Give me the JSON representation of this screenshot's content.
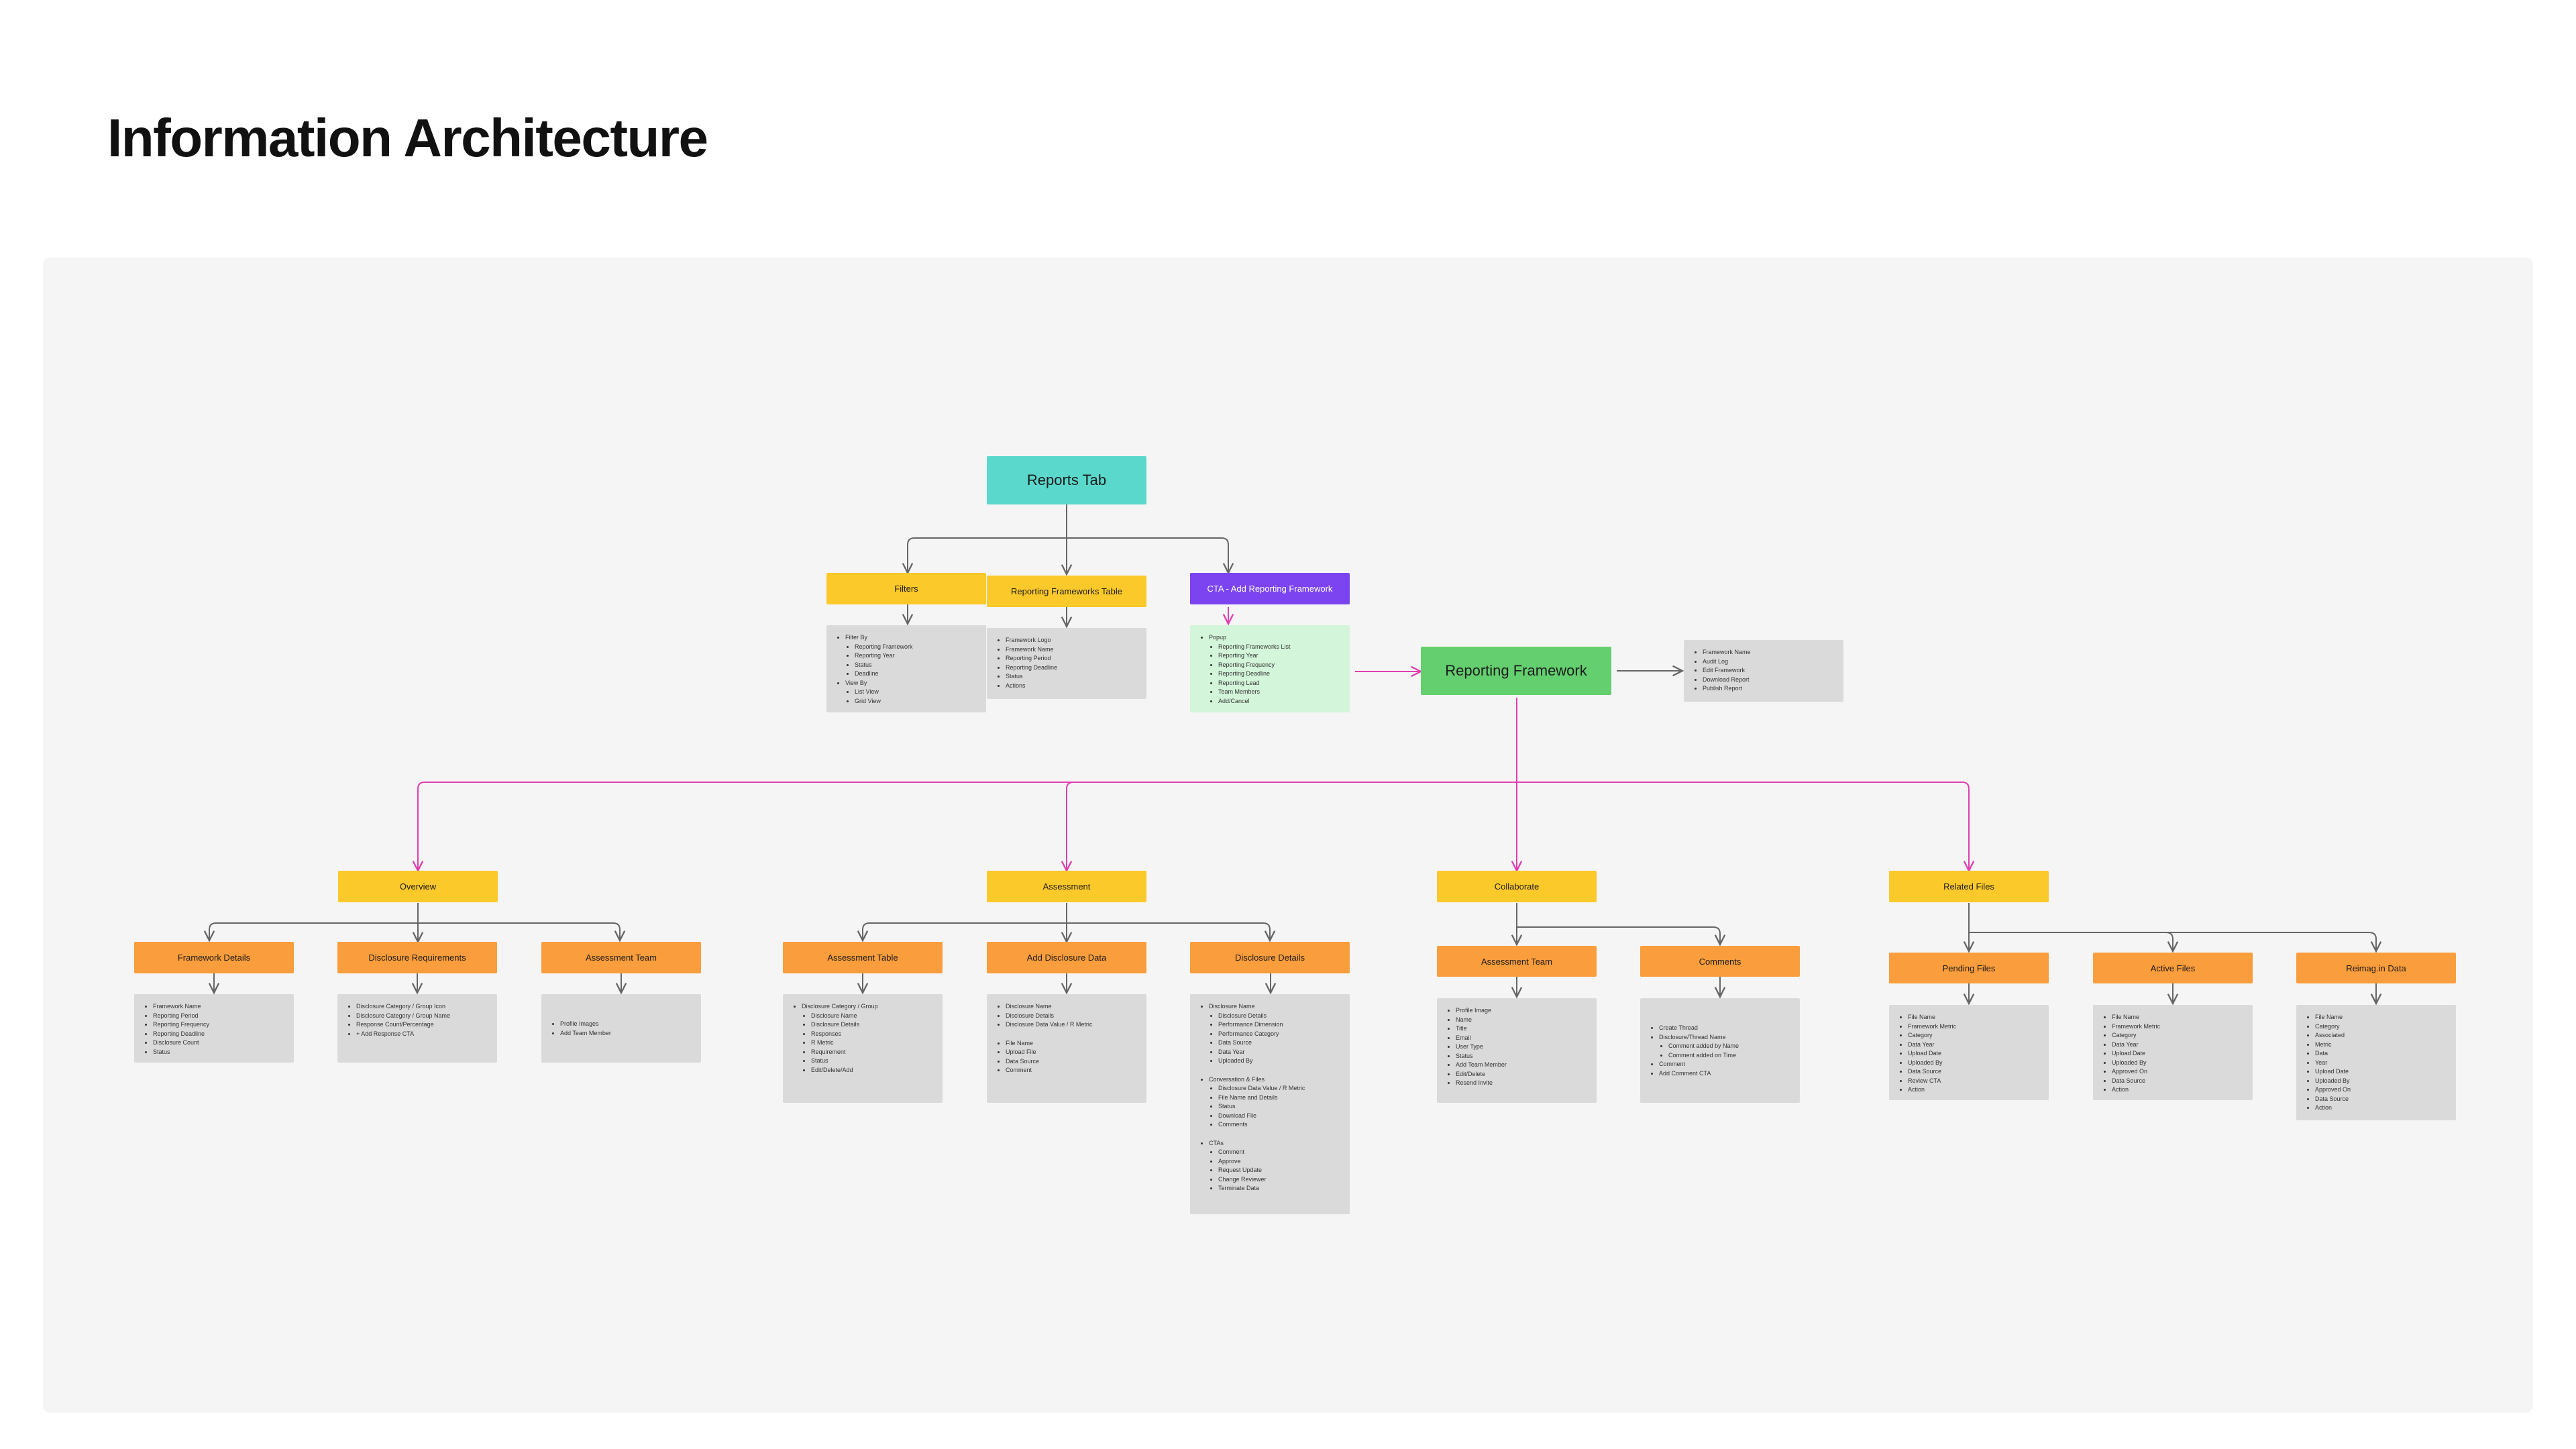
{
  "page": {
    "title": "Information Architecture"
  },
  "nodes": {
    "reports_tab": "Reports Tab",
    "filters": "Filters",
    "reporting_frameworks_table": "Reporting Frameworks Table",
    "cta_add": "CTA - Add Reporting Framework",
    "reporting_framework": "Reporting Framework",
    "overview": "Overview",
    "assessment": "Assessment",
    "collaborate": "Collaborate",
    "related_files": "Related Files",
    "framework_details": "Framework Details",
    "disclosure_requirements": "Disclosure Requirements",
    "assessment_team": "Assessment Team",
    "assessment_table": "Assessment Table",
    "add_disclosure_data": "Add Disclosure Data",
    "disclosure_details": "Disclosure Details",
    "collab_assessment_team": "Assessment Team",
    "comments": "Comments",
    "pending_files": "Pending Files",
    "active_files": "Active Files",
    "reimagin_data": "Reimag.in Data"
  },
  "colors": {
    "teal": "#5ad8cb",
    "yellow": "#fcc92b",
    "orange": "#fa9d3c",
    "purple": "#7b44f0",
    "green": "#64cf6f",
    "mint": "#d3f5da",
    "card_grey": "#dadada",
    "link_grey": "#666666",
    "link_pink": "#e03fb0"
  },
  "cards": {
    "filters": [
      {
        "t": "Filter By",
        "c": [
          "Reporting Framework",
          "Reporting Year",
          "Status",
          "Deadline"
        ]
      },
      {
        "t": "View By",
        "c": [
          "List View",
          "Grid View"
        ]
      }
    ],
    "table": [
      {
        "t": "Framework Logo"
      },
      {
        "t": "Framework Name"
      },
      {
        "t": "Reporting Period"
      },
      {
        "t": "Reporting Deadline"
      },
      {
        "t": "Status"
      },
      {
        "t": "Actions"
      }
    ],
    "cta": [
      {
        "t": "Popup",
        "c": [
          "Reporting Frameworks List",
          "Reporting Year",
          "Reporting Frequency",
          "Reporting Deadline",
          "Reporting Lead",
          "Team Members",
          "Add/Cancel"
        ]
      }
    ],
    "rf": [
      {
        "t": "Framework Name"
      },
      {
        "t": "Audit Log"
      },
      {
        "t": "Edit Framework"
      },
      {
        "t": "Download Report"
      },
      {
        "t": "Publish Report"
      }
    ],
    "framework_details": [
      {
        "t": "Framework Name"
      },
      {
        "t": "Reporting Period"
      },
      {
        "t": "Reporting Frequency"
      },
      {
        "t": "Reporting Deadline"
      },
      {
        "t": "Disclosure Count"
      },
      {
        "t": "Status"
      }
    ],
    "disclosure_requirements": [
      {
        "t": "Disclosure Category / Group Icon"
      },
      {
        "t": "Disclosure Category / Group Name"
      },
      {
        "t": "Response Count/Percentage"
      },
      {
        "t": "+ Add Response CTA"
      }
    ],
    "assessment_team": [
      {
        "t": "Profile Images"
      },
      {
        "t": "Add Team Member"
      }
    ],
    "assessment_table": [
      {
        "t": "Disclosure Category / Group",
        "c": [
          "Disclosure Name",
          "Disclosure Details",
          "Responses",
          "R Metric",
          "Requirement",
          "Status",
          "Edit/Delete/Add"
        ]
      }
    ],
    "add_disclosure_data": [
      {
        "t": "Disclosure Name"
      },
      {
        "t": "Disclosure Details"
      },
      {
        "t": "Disclosure Data Value / R Metric"
      },
      {
        "t": "File Name",
        "gap": true
      },
      {
        "t": "Upload File"
      },
      {
        "t": "Data Source"
      },
      {
        "t": "Comment"
      }
    ],
    "disclosure_details": [
      {
        "t": "Disclosure Name",
        "c": [
          "Disclosure Details",
          "Performance Dimension",
          "Performance Category",
          "Data Source",
          "Data Year",
          "Uploaded By"
        ]
      },
      {
        "t": "Conversation & Files",
        "gap": true,
        "c": [
          "Disclosure Data Value / R Metric",
          "File Name and Details",
          "Status",
          "Download File",
          "Comments"
        ]
      },
      {
        "t": "CTAs",
        "gap": true,
        "c": [
          "Comment",
          "Approve",
          "Request Update",
          "Change Reviewer",
          "Terminate Data"
        ]
      }
    ],
    "collab_team": [
      {
        "t": "Profile Image"
      },
      {
        "t": "Name"
      },
      {
        "t": "Title"
      },
      {
        "t": "Email"
      },
      {
        "t": "User Type"
      },
      {
        "t": "Status"
      },
      {
        "t": "Add Team Member"
      },
      {
        "t": "Edit/Delete"
      },
      {
        "t": "Resend Invite"
      }
    ],
    "comments": [
      {
        "t": "Create Thread"
      },
      {
        "t": "Disclosure/Thread Name",
        "c": [
          "Comment added by Name",
          "Comment added on Time"
        ]
      },
      {
        "t": "Comment"
      },
      {
        "t": "Add Comment CTA"
      }
    ],
    "pending_files": [
      {
        "t": "File Name"
      },
      {
        "t": "Framework Metric"
      },
      {
        "t": "Category"
      },
      {
        "t": "Data Year"
      },
      {
        "t": "Upload Date"
      },
      {
        "t": "Uploaded By"
      },
      {
        "t": "Data Source"
      },
      {
        "t": "Review CTA"
      },
      {
        "t": "Action"
      }
    ],
    "active_files": [
      {
        "t": "File Name"
      },
      {
        "t": "Framework Metric"
      },
      {
        "t": "Category"
      },
      {
        "t": "Data Year"
      },
      {
        "t": "Upload Date"
      },
      {
        "t": "Uploaded By"
      },
      {
        "t": "Approved On"
      },
      {
        "t": "Data Source"
      },
      {
        "t": "Action"
      }
    ],
    "reimagin_data": [
      {
        "t": "File Name"
      },
      {
        "t": "Category"
      },
      {
        "t": "Associated"
      },
      {
        "t": "Metric"
      },
      {
        "t": "Data"
      },
      {
        "t": "Year"
      },
      {
        "t": "Upload Date"
      },
      {
        "t": "Uploaded By"
      },
      {
        "t": "Approved On"
      },
      {
        "t": "Data Source"
      },
      {
        "t": "Action"
      }
    ]
  }
}
